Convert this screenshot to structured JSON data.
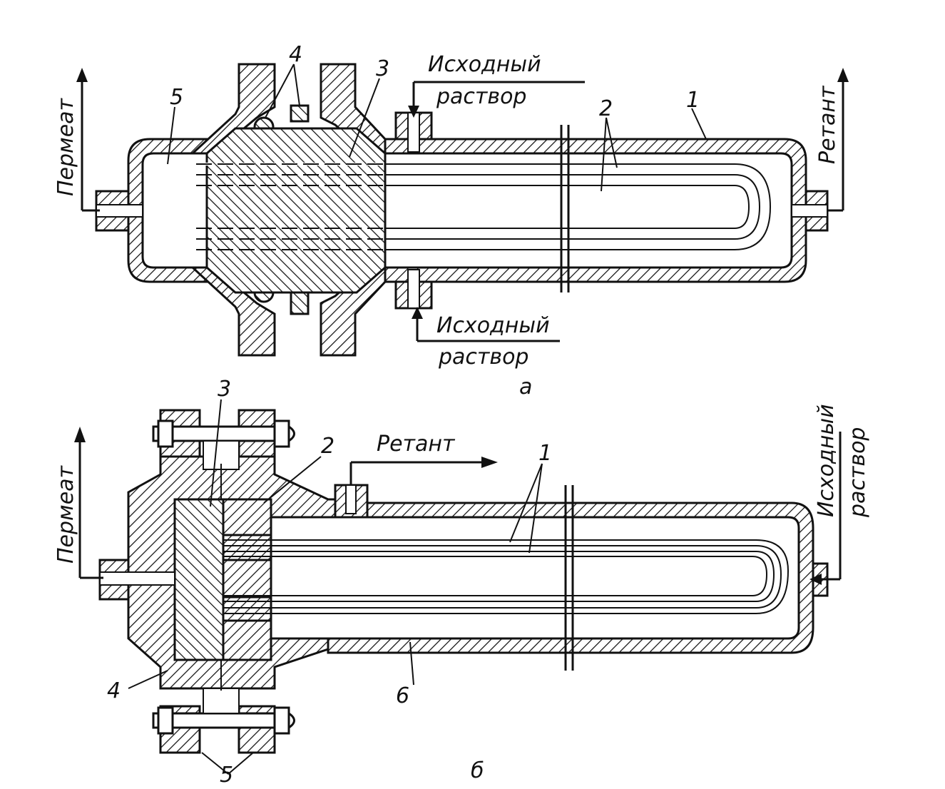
{
  "figure_a": {
    "panel_label": "а",
    "permeate": "Пермеат",
    "retentate": "Ретант",
    "feed_top_1": "Исходный",
    "feed_top_2": "раствор",
    "feed_bottom_1": "Исходный",
    "feed_bottom_2": "раствор",
    "n1": "1",
    "n2": "2",
    "n3": "3",
    "n4": "4",
    "n5": "5"
  },
  "figure_b": {
    "panel_label": "б",
    "permeate": "Пермеат",
    "retentate": "Ретант",
    "feed_1": "Исходный",
    "feed_2": "раствор",
    "n1": "1",
    "n2": "2",
    "n3": "3",
    "n4": "4",
    "n5": "5",
    "n6": "6"
  }
}
